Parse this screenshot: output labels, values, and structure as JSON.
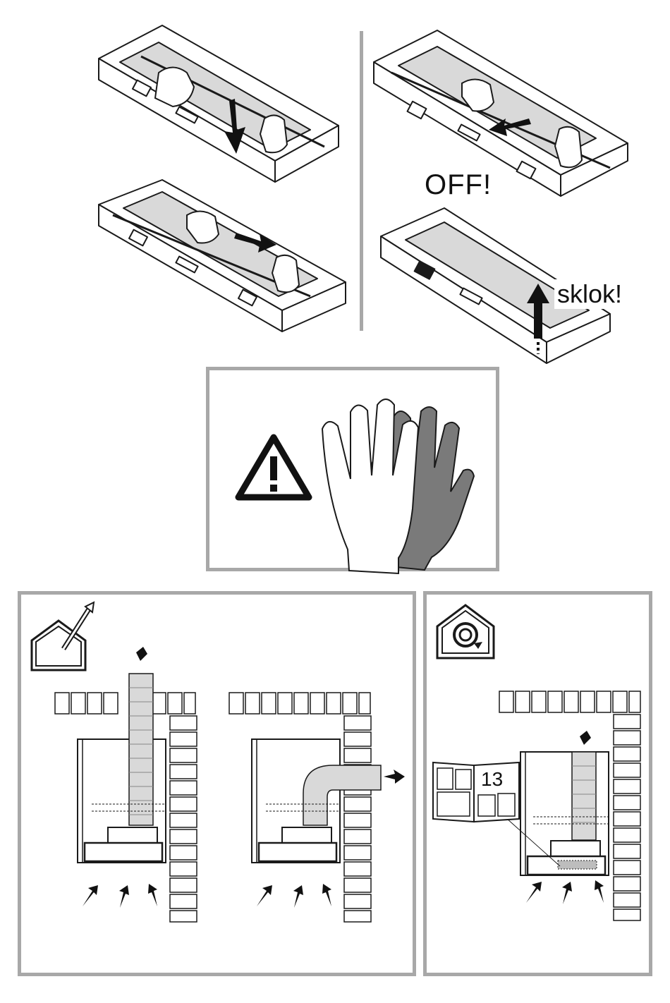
{
  "labels": {
    "off": "OFF!",
    "sklok": "sklok!",
    "page_ref": "13"
  },
  "icons": {
    "warning": "warning-triangle-icon",
    "gloves": "protective-gloves-icon",
    "extraction": "house-extraction-icon",
    "recirculation": "house-recirculation-icon"
  },
  "colors": {
    "frame": "#a8a8a8",
    "line": "#1a1a1a",
    "panel_fill": "#d9d9d9",
    "dark_glove": "#7a7a7a"
  }
}
